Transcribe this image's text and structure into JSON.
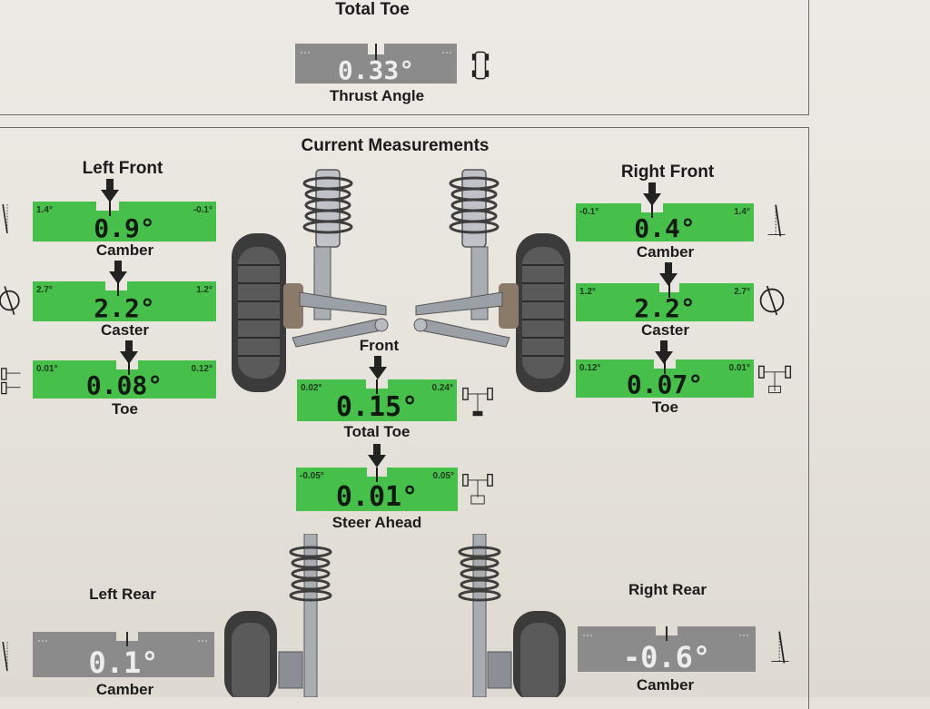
{
  "top_section": {
    "total_toe_heading": "Total Toe",
    "thrust_angle": {
      "value": "0.33°",
      "label": "Thrust Angle"
    }
  },
  "current_measurements": {
    "title": "Current Measurements"
  },
  "left_front": {
    "title": "Left Front",
    "camber": {
      "label": "Camber",
      "value": "0.9°",
      "min": "1.4°",
      "max": "-0.1°"
    },
    "caster": {
      "label": "Caster",
      "value": "2.2°",
      "min": "2.7°",
      "max": "1.2°"
    },
    "toe": {
      "label": "Toe",
      "value": "0.08°",
      "min": "0.01°",
      "max": "0.12°"
    }
  },
  "right_front": {
    "title": "Right Front",
    "camber": {
      "label": "Camber",
      "value": "0.4°",
      "min": "-0.1°",
      "max": "1.4°"
    },
    "caster": {
      "label": "Caster",
      "value": "2.2°",
      "min": "1.2°",
      "max": "2.7°"
    },
    "toe": {
      "label": "Toe",
      "value": "0.07°",
      "min": "0.12°",
      "max": "0.01°"
    }
  },
  "front": {
    "title": "Front",
    "total_toe": {
      "label": "Total Toe",
      "value": "0.15°",
      "min": "0.02°",
      "max": "0.24°"
    },
    "steer_ahead": {
      "label": "Steer Ahead",
      "value": "0.01°",
      "min": "-0.05°",
      "max": "0.05°"
    }
  },
  "left_rear": {
    "title": "Left Rear",
    "camber": {
      "label": "Camber",
      "value": "0.1°"
    }
  },
  "right_rear": {
    "title": "Right Rear",
    "camber": {
      "label": "Camber",
      "value": "-0.6°"
    }
  },
  "colors": {
    "in_spec": "#46c04a",
    "no_spec": "#8b8b8b",
    "arrow": "#222222"
  },
  "icons": [
    "car-thrust-icon",
    "camber-icon",
    "caster-icon",
    "toe-icon",
    "total-toe-icon",
    "steer-ahead-icon",
    "suspension-strut-icon",
    "tire-icon"
  ]
}
